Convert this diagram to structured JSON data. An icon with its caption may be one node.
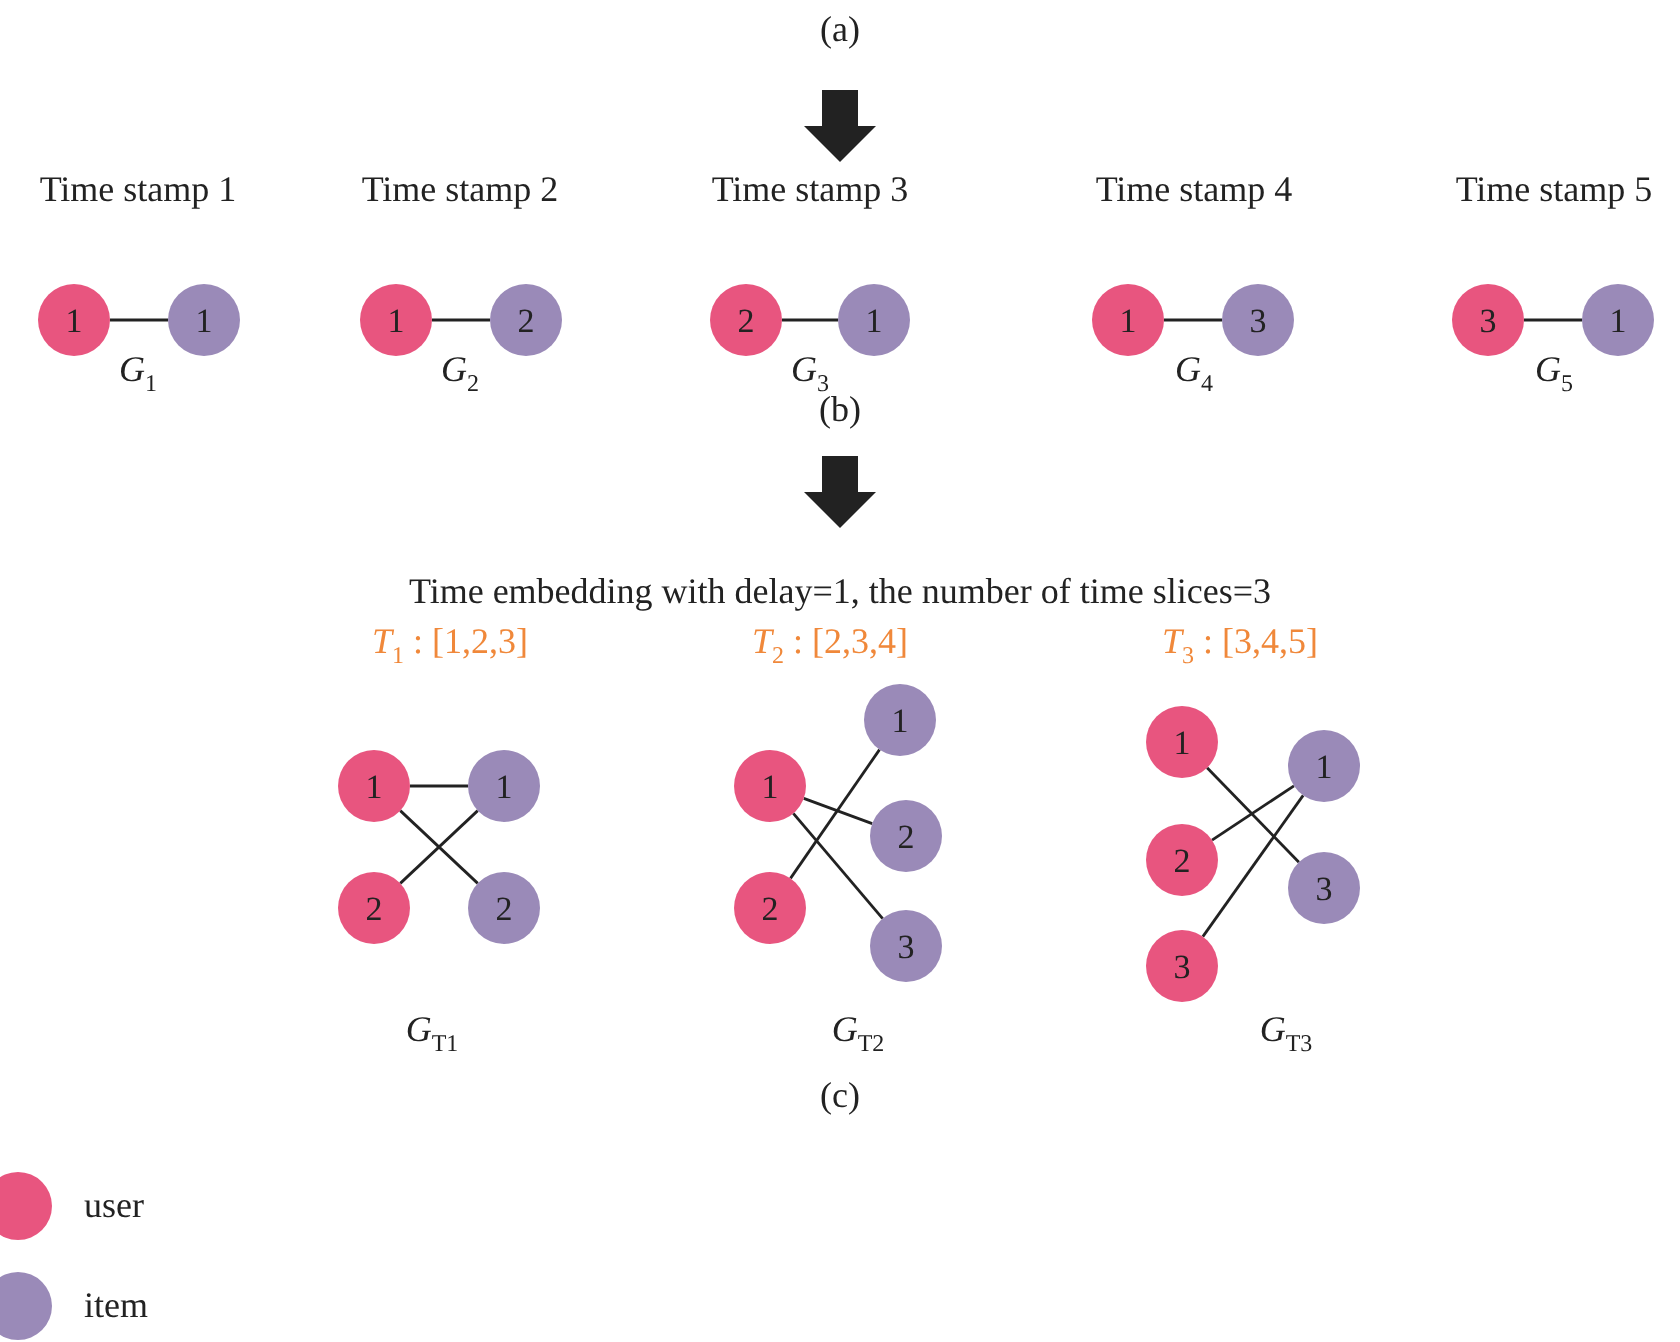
{
  "diagram": {
    "nodes": [
      {
        "text": [
          "1"
        ]
      },
      {
        "text": [
          "1"
        ]
      },
      {
        "text": [
          "1"
        ]
      },
      {
        "text": [
          "2"
        ]
      },
      {
        "text": [
          "2"
        ]
      },
      {
        "text": [
          "1"
        ]
      },
      {
        "text": [
          "1"
        ]
      },
      {
        "text": [
          "3"
        ]
      },
      {
        "text": [
          "3"
        ]
      },
      {
        "text": [
          "1"
        ]
      },
      {
        "text": [
          "1"
        ]
      },
      {
        "text": [
          "1"
        ]
      },
      {
        "text": [
          "2"
        ]
      },
      {
        "text": [
          "2"
        ]
      },
      {
        "text": [
          "1"
        ]
      },
      {
        "text": [
          "1"
        ]
      },
      {
        "text": [
          "2"
        ]
      },
      {
        "text": [
          "2"
        ]
      },
      {
        "text": [
          "3"
        ]
      },
      {
        "text": [
          "1"
        ]
      },
      {
        "text": [
          "1"
        ]
      },
      {
        "text": [
          "2"
        ]
      },
      {
        "text": [
          "3"
        ]
      },
      {
        "text": [
          "3"
        ]
      }
    ],
    "edges": [
      {
        "from": 0,
        "to": 1,
        "arrow": "none"
      },
      {
        "from": 2,
        "to": 3,
        "arrow": "none"
      },
      {
        "from": 4,
        "to": 5,
        "arrow": "none"
      },
      {
        "from": 6,
        "to": 7,
        "arrow": "none"
      },
      {
        "from": 8,
        "to": 9,
        "arrow": "none"
      },
      {
        "from": 10,
        "to": 11,
        "arrow": "none"
      },
      {
        "from": 10,
        "to": 13,
        "arrow": "none"
      },
      {
        "from": 12,
        "to": 11,
        "arrow": "none"
      },
      {
        "from": 15,
        "to": 16,
        "arrow": "none"
      },
      {
        "from": 15,
        "to": 18,
        "arrow": "none"
      },
      {
        "from": 17,
        "to": 14,
        "arrow": "none"
      },
      {
        "from": 19,
        "to": 22,
        "arrow": "none"
      },
      {
        "from": 21,
        "to": 20,
        "arrow": "none"
      },
      {
        "from": 23,
        "to": 20,
        "arrow": "none"
      }
    ],
    "labels": [
      "(a)",
      "Time stamp 1",
      "Time stamp 2",
      "Time stamp 3",
      "Time stamp 4",
      "Time stamp 5",
      "*G*$_{1}$",
      "*G*$_{2}$",
      "*G*$_{3}$",
      "*G*$_{4}$",
      "*G*$_{5}$",
      "(b)",
      "Time embedding with delay=1, the number of time slices=3",
      "*T*$_{1}$ : [1,2,3]",
      "*T*$_{2}$ : [2,3,4]",
      "*T*$_{3}$ : [3,4,5]",
      "*G*$_{T1}$",
      "*G*$_{T2}$",
      "*G*$_{T3}$",
      "(c)"
    ],
    "legend": [
      {
        "text": "user",
        "color": "#e8557f"
      },
      {
        "text": "item",
        "color": "#9a8ab8"
      }
    ]
  }
}
